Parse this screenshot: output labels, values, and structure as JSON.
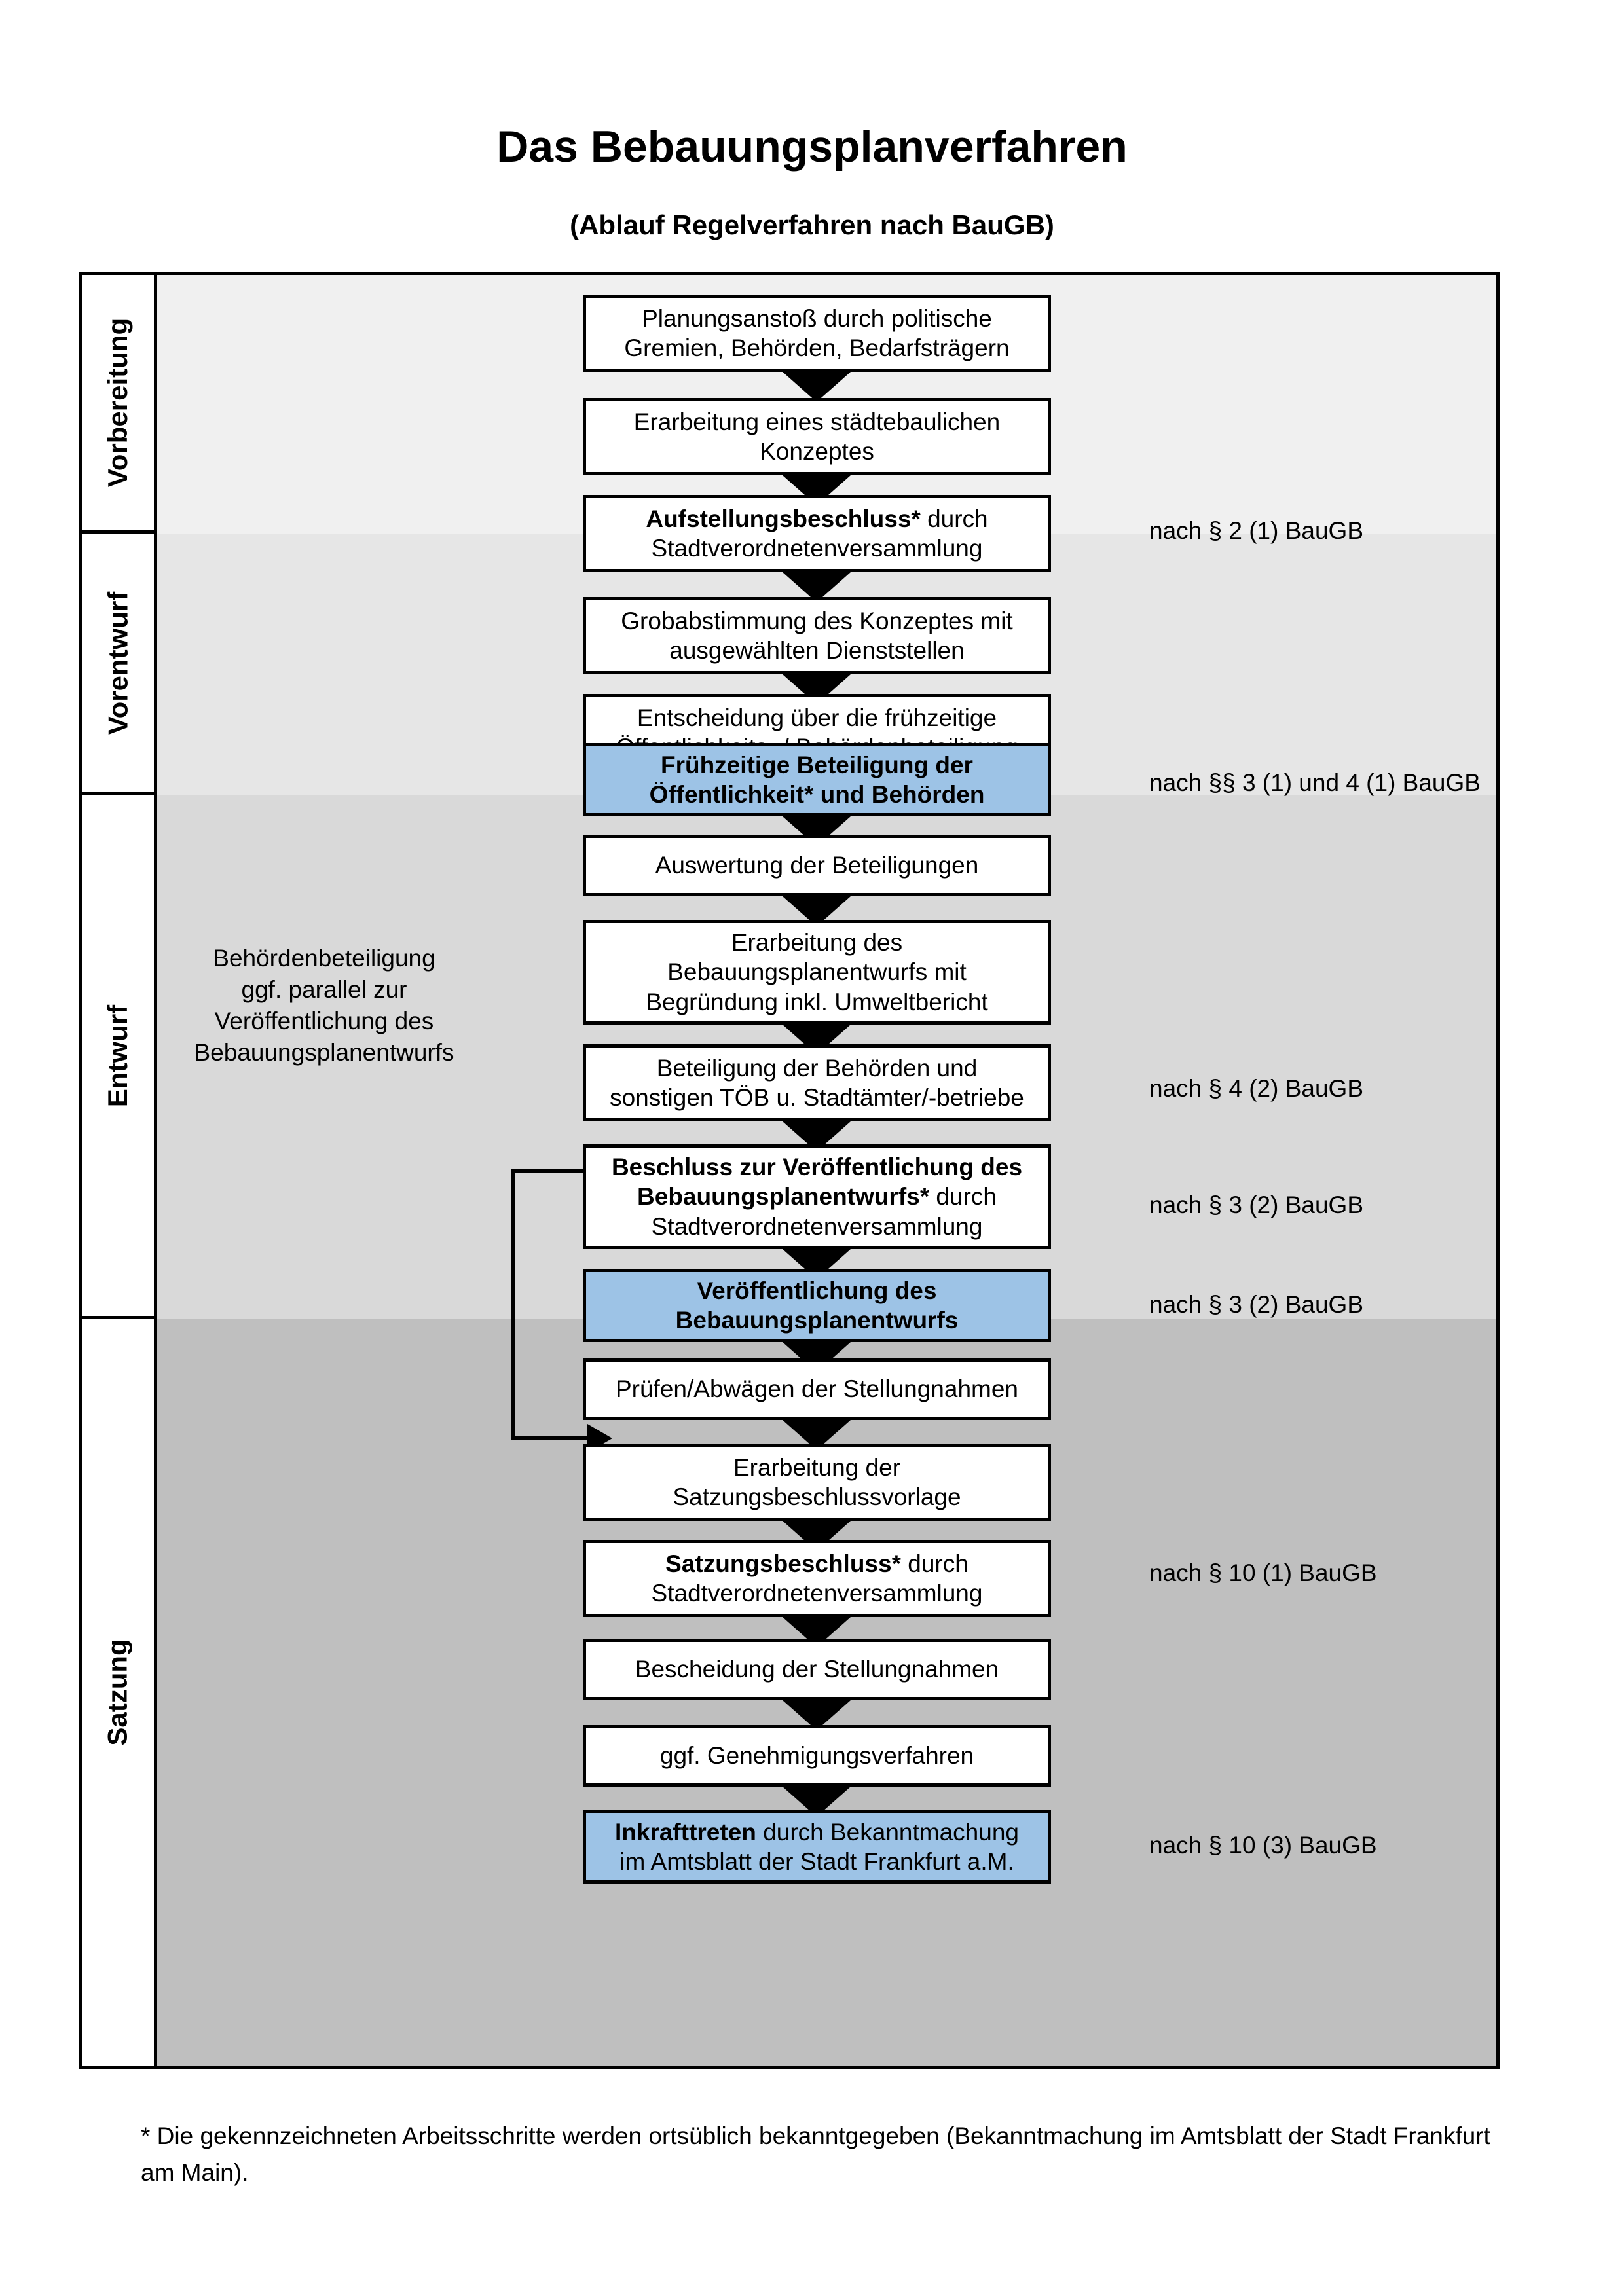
{
  "title": "Das Bebauungsplanverfahren",
  "subtitle": "(Ablauf Regelverfahren nach BauGB)",
  "phases": [
    {
      "label": "Vorbereitung"
    },
    {
      "label": "Vorentwurf"
    },
    {
      "label": "Entwurf"
    },
    {
      "label": "Satzung"
    }
  ],
  "steps": [
    {
      "line1": "Planungsanstoß durch politische",
      "line2": "Gremien, Behörden, Bedarfsträgern",
      "bold1": "",
      "highlight": false
    },
    {
      "line1": "Erarbeitung eines städtebaulichen",
      "line2": "Konzeptes",
      "bold1": "",
      "highlight": false
    },
    {
      "line1": " durch",
      "line2": "Stadtverordnetenversammlung",
      "bold1": "Aufstellungsbeschluss*",
      "highlight": false
    },
    {
      "line1": "Grobabstimmung des Konzeptes mit",
      "line2": "ausgewählten Dienststellen",
      "bold1": "",
      "highlight": false
    },
    {
      "line1": "Entscheidung über die frühzeitige",
      "line2": "Öffentlichkeits- / Behördenbeteiligung",
      "bold1": "",
      "highlight": false
    },
    {
      "line1": "",
      "line2": "",
      "bold1": "Frühzeitige Beteiligung der",
      "bold2": "Öffentlichkeit* und Behörden",
      "highlight": true
    },
    {
      "line1": "Auswertung der Beteiligungen",
      "line2": "",
      "bold1": "",
      "highlight": false
    },
    {
      "line1": "Erarbeitung des",
      "line2": "Bebauungsplanentwurfs mit",
      "line3": "Begründung inkl. Umweltbericht",
      "bold1": "",
      "highlight": false
    },
    {
      "line1": "Beteiligung der Behörden und",
      "line2": "sonstigen TÖB u. Stadtämter/-betriebe",
      "bold1": "",
      "highlight": false
    },
    {
      "line1": "",
      "line2": " durch",
      "line3": "Stadtverordnetenversammlung",
      "bold1": "Beschluss zur Veröffentlichung des",
      "bold2": "Bebauungsplanentwurfs*",
      "highlight": false
    },
    {
      "line1": "",
      "line2": "",
      "bold1": "Veröffentlichung des",
      "bold2": "Bebauungsplanentwurfs",
      "highlight": true
    },
    {
      "line1": "Prüfen/Abwägen der Stellungnahmen",
      "line2": "",
      "bold1": "",
      "highlight": false
    },
    {
      "line1": "Erarbeitung der",
      "line2": "Satzungsbeschlussvorlage",
      "bold1": "",
      "highlight": false
    },
    {
      "line1": " durch",
      "line2": "Stadtverordnetenversammlung",
      "bold1": "Satzungsbeschluss*",
      "highlight": false
    },
    {
      "line1": "Bescheidung der Stellungnahmen",
      "line2": "",
      "bold1": "",
      "highlight": false
    },
    {
      "line1": "ggf. Genehmigungsverfahren",
      "line2": "",
      "bold1": "",
      "highlight": false
    },
    {
      "line1": " durch Bekanntmachung",
      "line2": "im Amtsblatt der Stadt Frankfurt a.M.",
      "bold1": "Inkrafttreten",
      "highlight": true
    }
  ],
  "legal_refs": [
    {
      "text": "nach § 2 (1) BauGB"
    },
    {
      "text": "nach §§ 3 (1) und 4 (1) BauGB"
    },
    {
      "text": "nach § 4 (2) BauGB"
    },
    {
      "text": "nach § 3 (2) BauGB"
    },
    {
      "text": "nach § 3 (2) BauGB"
    },
    {
      "text": "nach § 10 (1) BauGB"
    },
    {
      "text": "nach § 10 (3) BauGB"
    }
  ],
  "side_note": {
    "line1": "Behördenbeteiligung",
    "line2": "ggf. parallel zur",
    "line3": "Veröffentlichung des",
    "line4": "Bebauungsplanentwurfs"
  },
  "footnote": "* Die gekennzeichneten Arbeitsschritte werden ortsüblich bekanntgegeben (Bekanntmachung im Amtsblatt  der Stadt Frankfurt am Main).",
  "colors": {
    "highlight_blue": "#9DC3E6",
    "band_vorbereitung": "#F0F0F0",
    "band_vorentwurf": "#E6E6E6",
    "band_entwurf": "#D9D9D9",
    "band_satzung": "#BFBFBF",
    "border": "#000000"
  }
}
